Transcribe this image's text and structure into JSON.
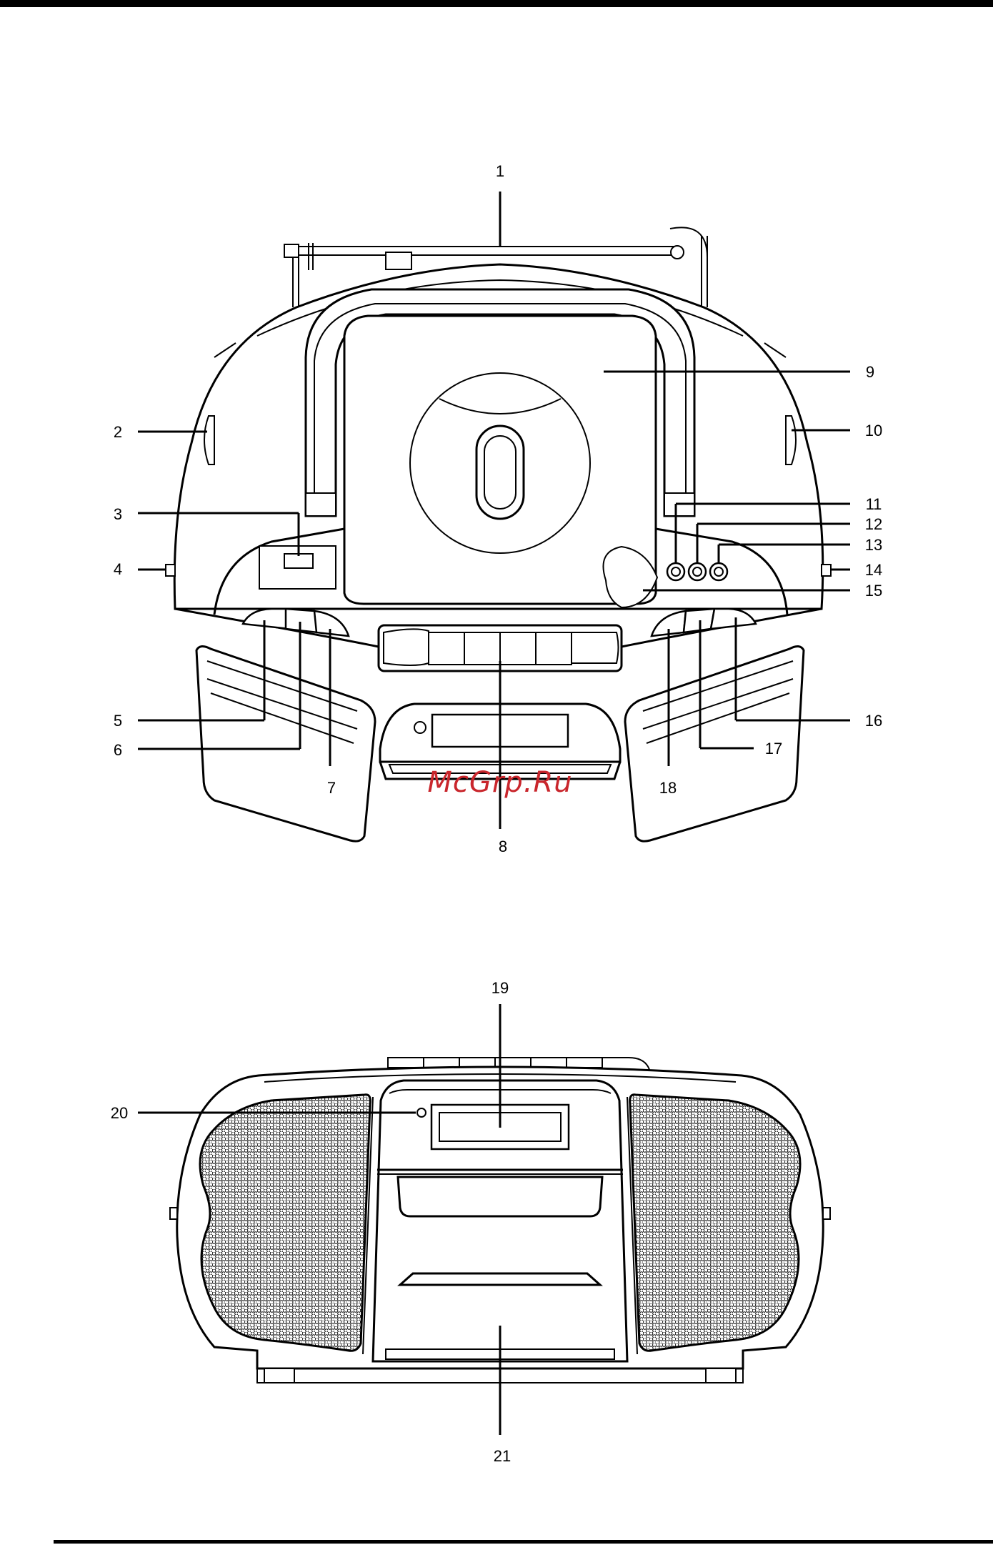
{
  "watermark": "McGrp.Ru",
  "front_view": {
    "callouts": [
      {
        "id": "1",
        "label": "1"
      },
      {
        "id": "2",
        "label": "2"
      },
      {
        "id": "3",
        "label": "3"
      },
      {
        "id": "4",
        "label": "4"
      },
      {
        "id": "5",
        "label": "5"
      },
      {
        "id": "6",
        "label": "6"
      },
      {
        "id": "7",
        "label": "7"
      },
      {
        "id": "8",
        "label": "8"
      },
      {
        "id": "9",
        "label": "9"
      },
      {
        "id": "10",
        "label": "10"
      },
      {
        "id": "11",
        "label": "11"
      },
      {
        "id": "12",
        "label": "12"
      },
      {
        "id": "13",
        "label": "13"
      },
      {
        "id": "14",
        "label": "14"
      },
      {
        "id": "15",
        "label": "15"
      },
      {
        "id": "16",
        "label": "16"
      },
      {
        "id": "17",
        "label": "17"
      },
      {
        "id": "18",
        "label": "18"
      }
    ]
  },
  "back_view": {
    "callouts": [
      {
        "id": "19",
        "label": "19"
      },
      {
        "id": "20",
        "label": "20"
      },
      {
        "id": "21",
        "label": "21"
      }
    ]
  }
}
